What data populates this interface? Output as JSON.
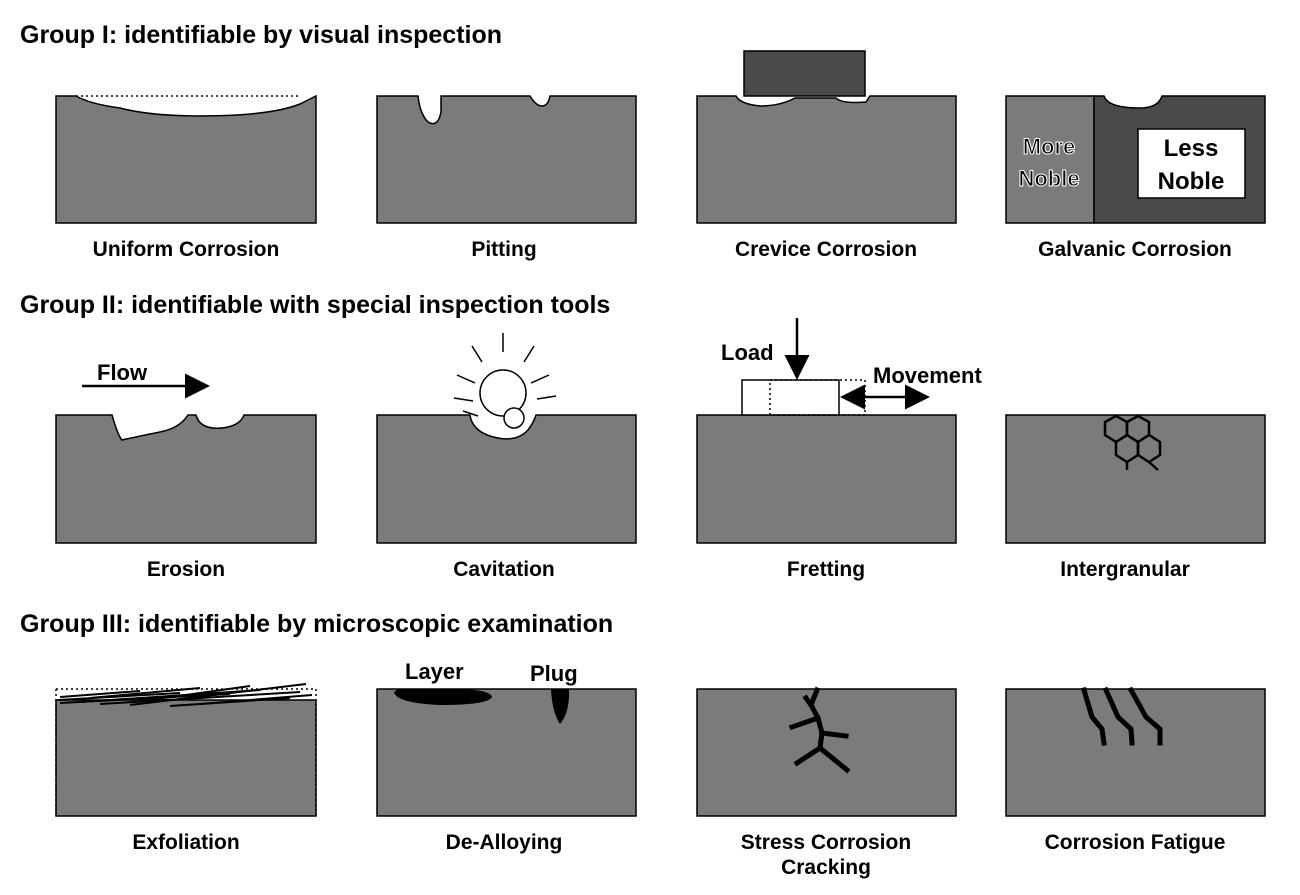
{
  "groups": {
    "g1": "Group I: identifiable by visual inspection",
    "g2": "Group II: identifiable with special inspection tools",
    "g3": "Group III: identifiable by microscopic examination"
  },
  "captions": {
    "uniform": "Uniform Corrosion",
    "pitting": "Pitting",
    "crevice": "Crevice Corrosion",
    "galvanic": "Galvanic Corrosion",
    "erosion": "Erosion",
    "cavitation": "Cavitation",
    "fretting": "Fretting",
    "intergranular": "Intergranular",
    "exfoliation": "Exfoliation",
    "dealloying": "De-Alloying",
    "scc_line1": "Stress Corrosion",
    "scc_line2": "Cracking",
    "fatigue": "Corrosion Fatigue"
  },
  "labels": {
    "more_1": "More",
    "more_2": "Noble",
    "less_1": "Less",
    "less_2": "Noble",
    "flow": "Flow",
    "load": "Load",
    "movement": "Movement",
    "layer": "Layer",
    "plug": "Plug"
  }
}
